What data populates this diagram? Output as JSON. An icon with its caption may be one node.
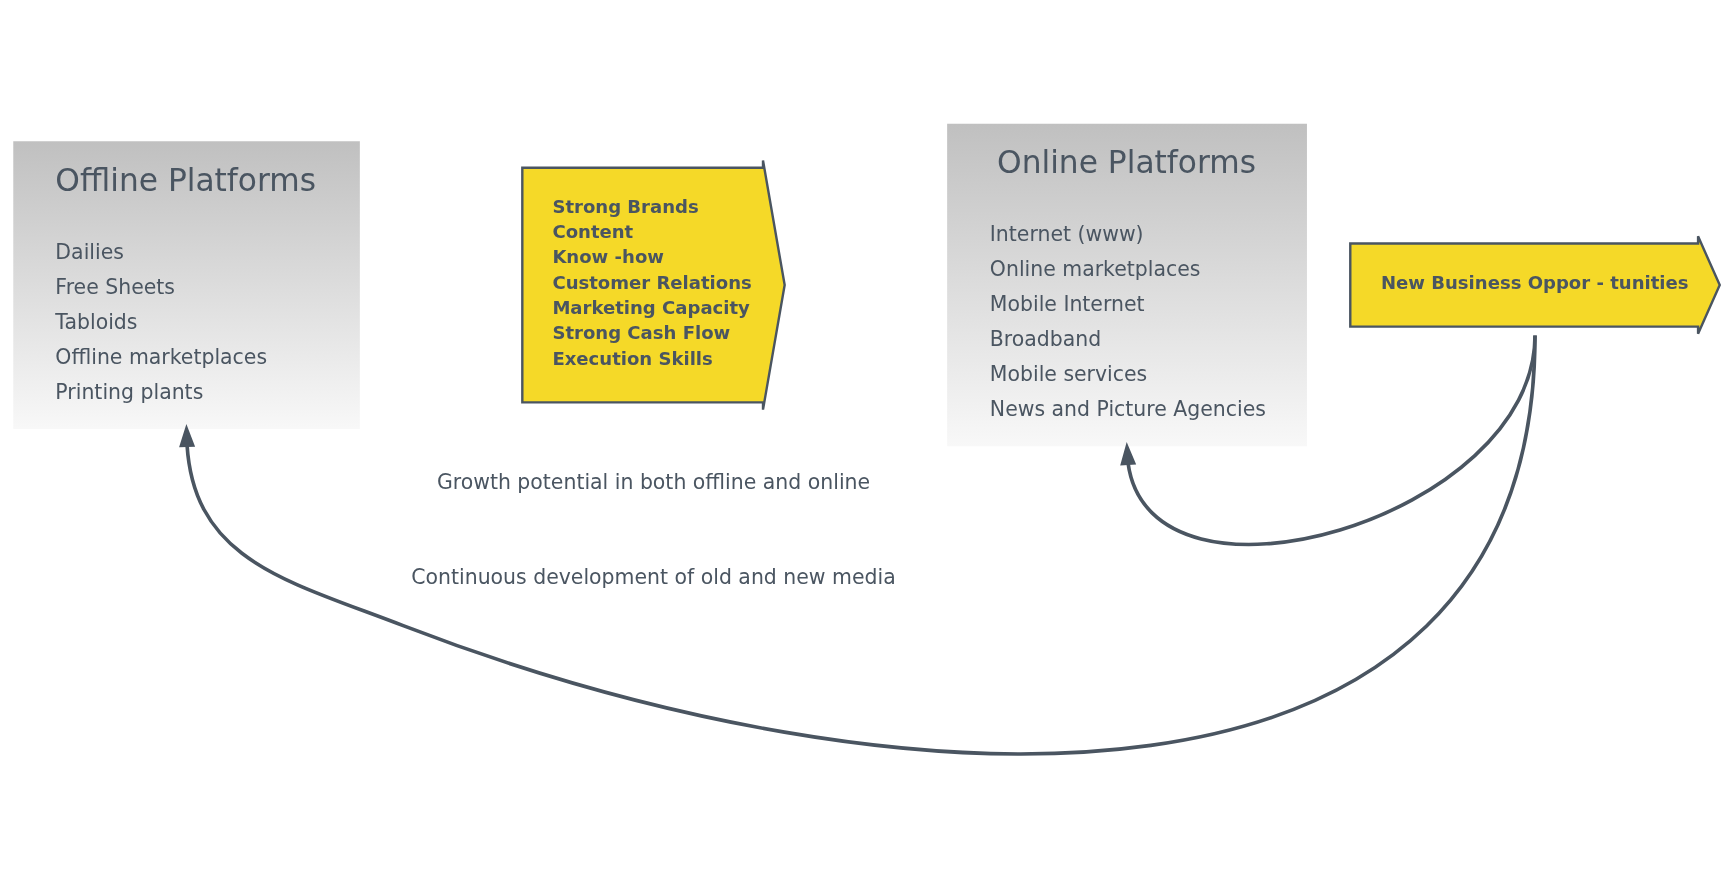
{
  "diagram": {
    "nodes": [
      {
        "text": [
          "Offline Platforms",
          "Dailies",
          "Free Sheets",
          "Tabloids",
          "Offline marketplaces",
          "Printing plants"
        ]
      },
      {
        "text": [
          "Online Platforms",
          "Internet (www)",
          "Online marketplaces",
          "Mobile Internet",
          "Broadband",
          "Mobile services",
          "News and Picture Agencies"
        ]
      },
      {
        "text": [
          "Strong Brands",
          "Content",
          "Know -how",
          "Customer Relations",
          "Marketing Capacity",
          "Strong Cash Flow",
          "Execution Skills"
        ]
      },
      {
        "text": [
          "New Business Oppor - tunities"
        ]
      }
    ],
    "edges": [
      {
        "from": 3,
        "to": 0,
        "arrow": "to"
      },
      {
        "from": 3,
        "to": 1,
        "arrow": "to"
      }
    ],
    "labels": [
      "Growth potential in both offline and online",
      "Continuous development of old and new media"
    ]
  }
}
